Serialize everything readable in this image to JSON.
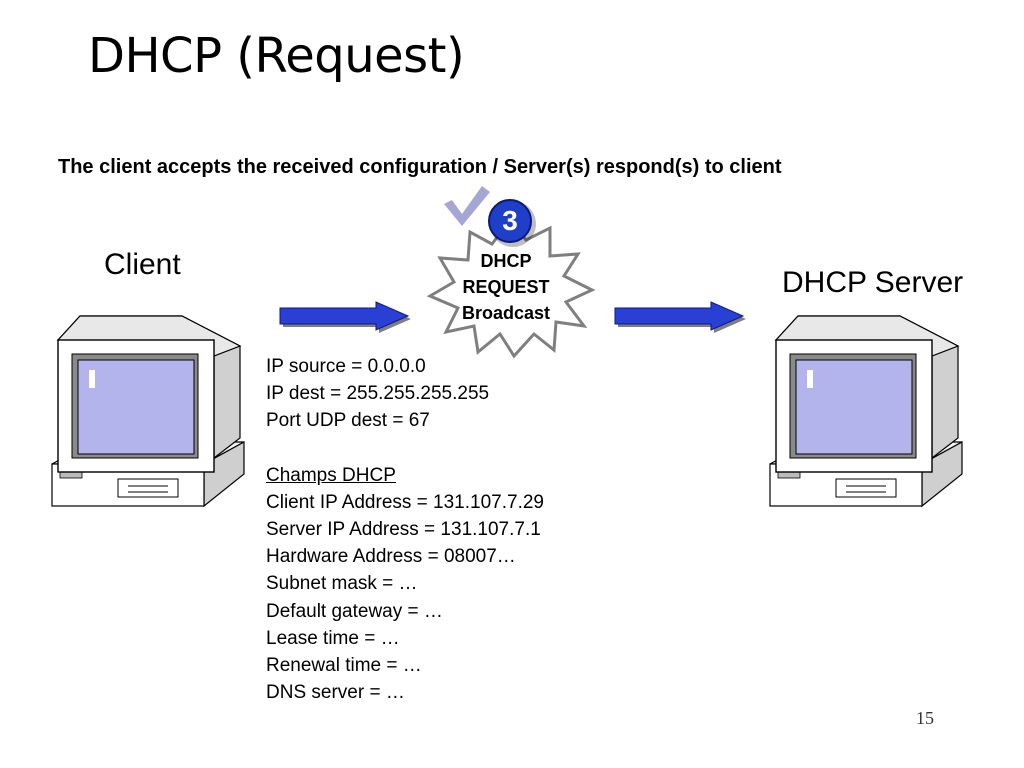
{
  "slide": {
    "title": "DHCP (Request)",
    "subtitle": "The client accepts the received configuration / Server(s) respond(s) to client",
    "page_number": "15"
  },
  "client": {
    "label": "Client",
    "icon": "computer-icon"
  },
  "server": {
    "label": "DHCP Server",
    "icon": "computer-icon"
  },
  "message": {
    "step": "3",
    "lines": [
      "DHCP",
      "REQUEST",
      "Broadcast"
    ],
    "check_color": "#a6a6d6",
    "badge_color": "#1f3fc8"
  },
  "info": {
    "ip_source": "IP source =  0.0.0.0",
    "ip_dest": "IP dest =  255.255.255.255",
    "port": "Port UDP dest = 67",
    "fields_header": "Champs DHCP",
    "fields": [
      "Client IP Address = 131.107.7.29",
      "Server IP Address = 131.107.7.1",
      "Hardware Address = 08007…",
      "Subnet mask = …",
      "Default gateway = …",
      "Lease time = …",
      "Renewal time = …",
      "DNS server = …"
    ]
  },
  "colors": {
    "arrow": "#2a3fd4",
    "screen": "#b4b4ec"
  }
}
